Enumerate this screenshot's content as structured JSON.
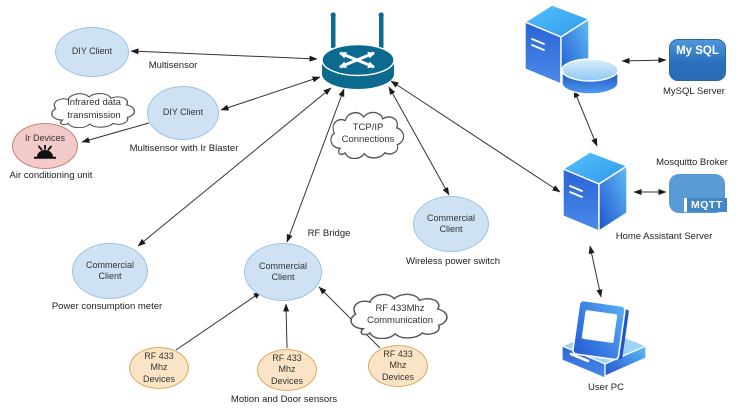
{
  "diagram": {
    "router": {
      "name": "wifi-router"
    },
    "clouds": {
      "infrared": {
        "text": "Infrared data\ntransmission"
      },
      "tcpip": {
        "text": "TCP/IP\nConnections"
      },
      "rf433": {
        "text": "RF 433Mhz\nCommunication"
      }
    },
    "nodes": {
      "diy1": {
        "label": "DIY Client",
        "caption": "Multisensor"
      },
      "diy2": {
        "label": "DIY Client",
        "caption": "Multisensor with Ir Blaster"
      },
      "ir": {
        "label": "Ir Devices",
        "caption": "Air conditioning unit"
      },
      "meter": {
        "label": "Commercial\nClient",
        "caption": "Power consumption meter"
      },
      "bridge": {
        "label": "Commercial\nClient",
        "caption": "RF Bridge"
      },
      "switch": {
        "label": "Commercial\nClient",
        "caption": "Wireless power switch"
      },
      "rf1": {
        "label": "RF 433\nMhz\nDevices"
      },
      "rf2": {
        "label": "RF 433\nMhz\nDevices"
      },
      "rf3": {
        "label": "RF 433\nMhz\nDevices"
      },
      "rf_caption": "Motion and Door sensors"
    },
    "right": {
      "mysql_box": "My SQL",
      "mysql_caption": "MySQL Server",
      "mosquitto_label": "Mosquitto Broker",
      "mqtt_box": "MQTT",
      "ha_caption": "Home Assistant Server",
      "pc_caption": "User PC"
    },
    "colors": {
      "client_blue_fill": "#cfe2f3",
      "client_blue_stroke": "#9fc1e3",
      "rf_orange_fill": "#fbe4c5",
      "rf_orange_stroke": "#dca85c",
      "ir_pink_fill": "#f3caca",
      "ir_pink_stroke": "#c97f72",
      "router_teal": "#0d6a8f",
      "server_blue_dark": "#1c55d2",
      "server_blue_light": "#66c4f8",
      "mysql_box_blue": "#2e77c0",
      "mqtt_box_blue": "#5b9bd5",
      "arrow": "#222222"
    }
  }
}
